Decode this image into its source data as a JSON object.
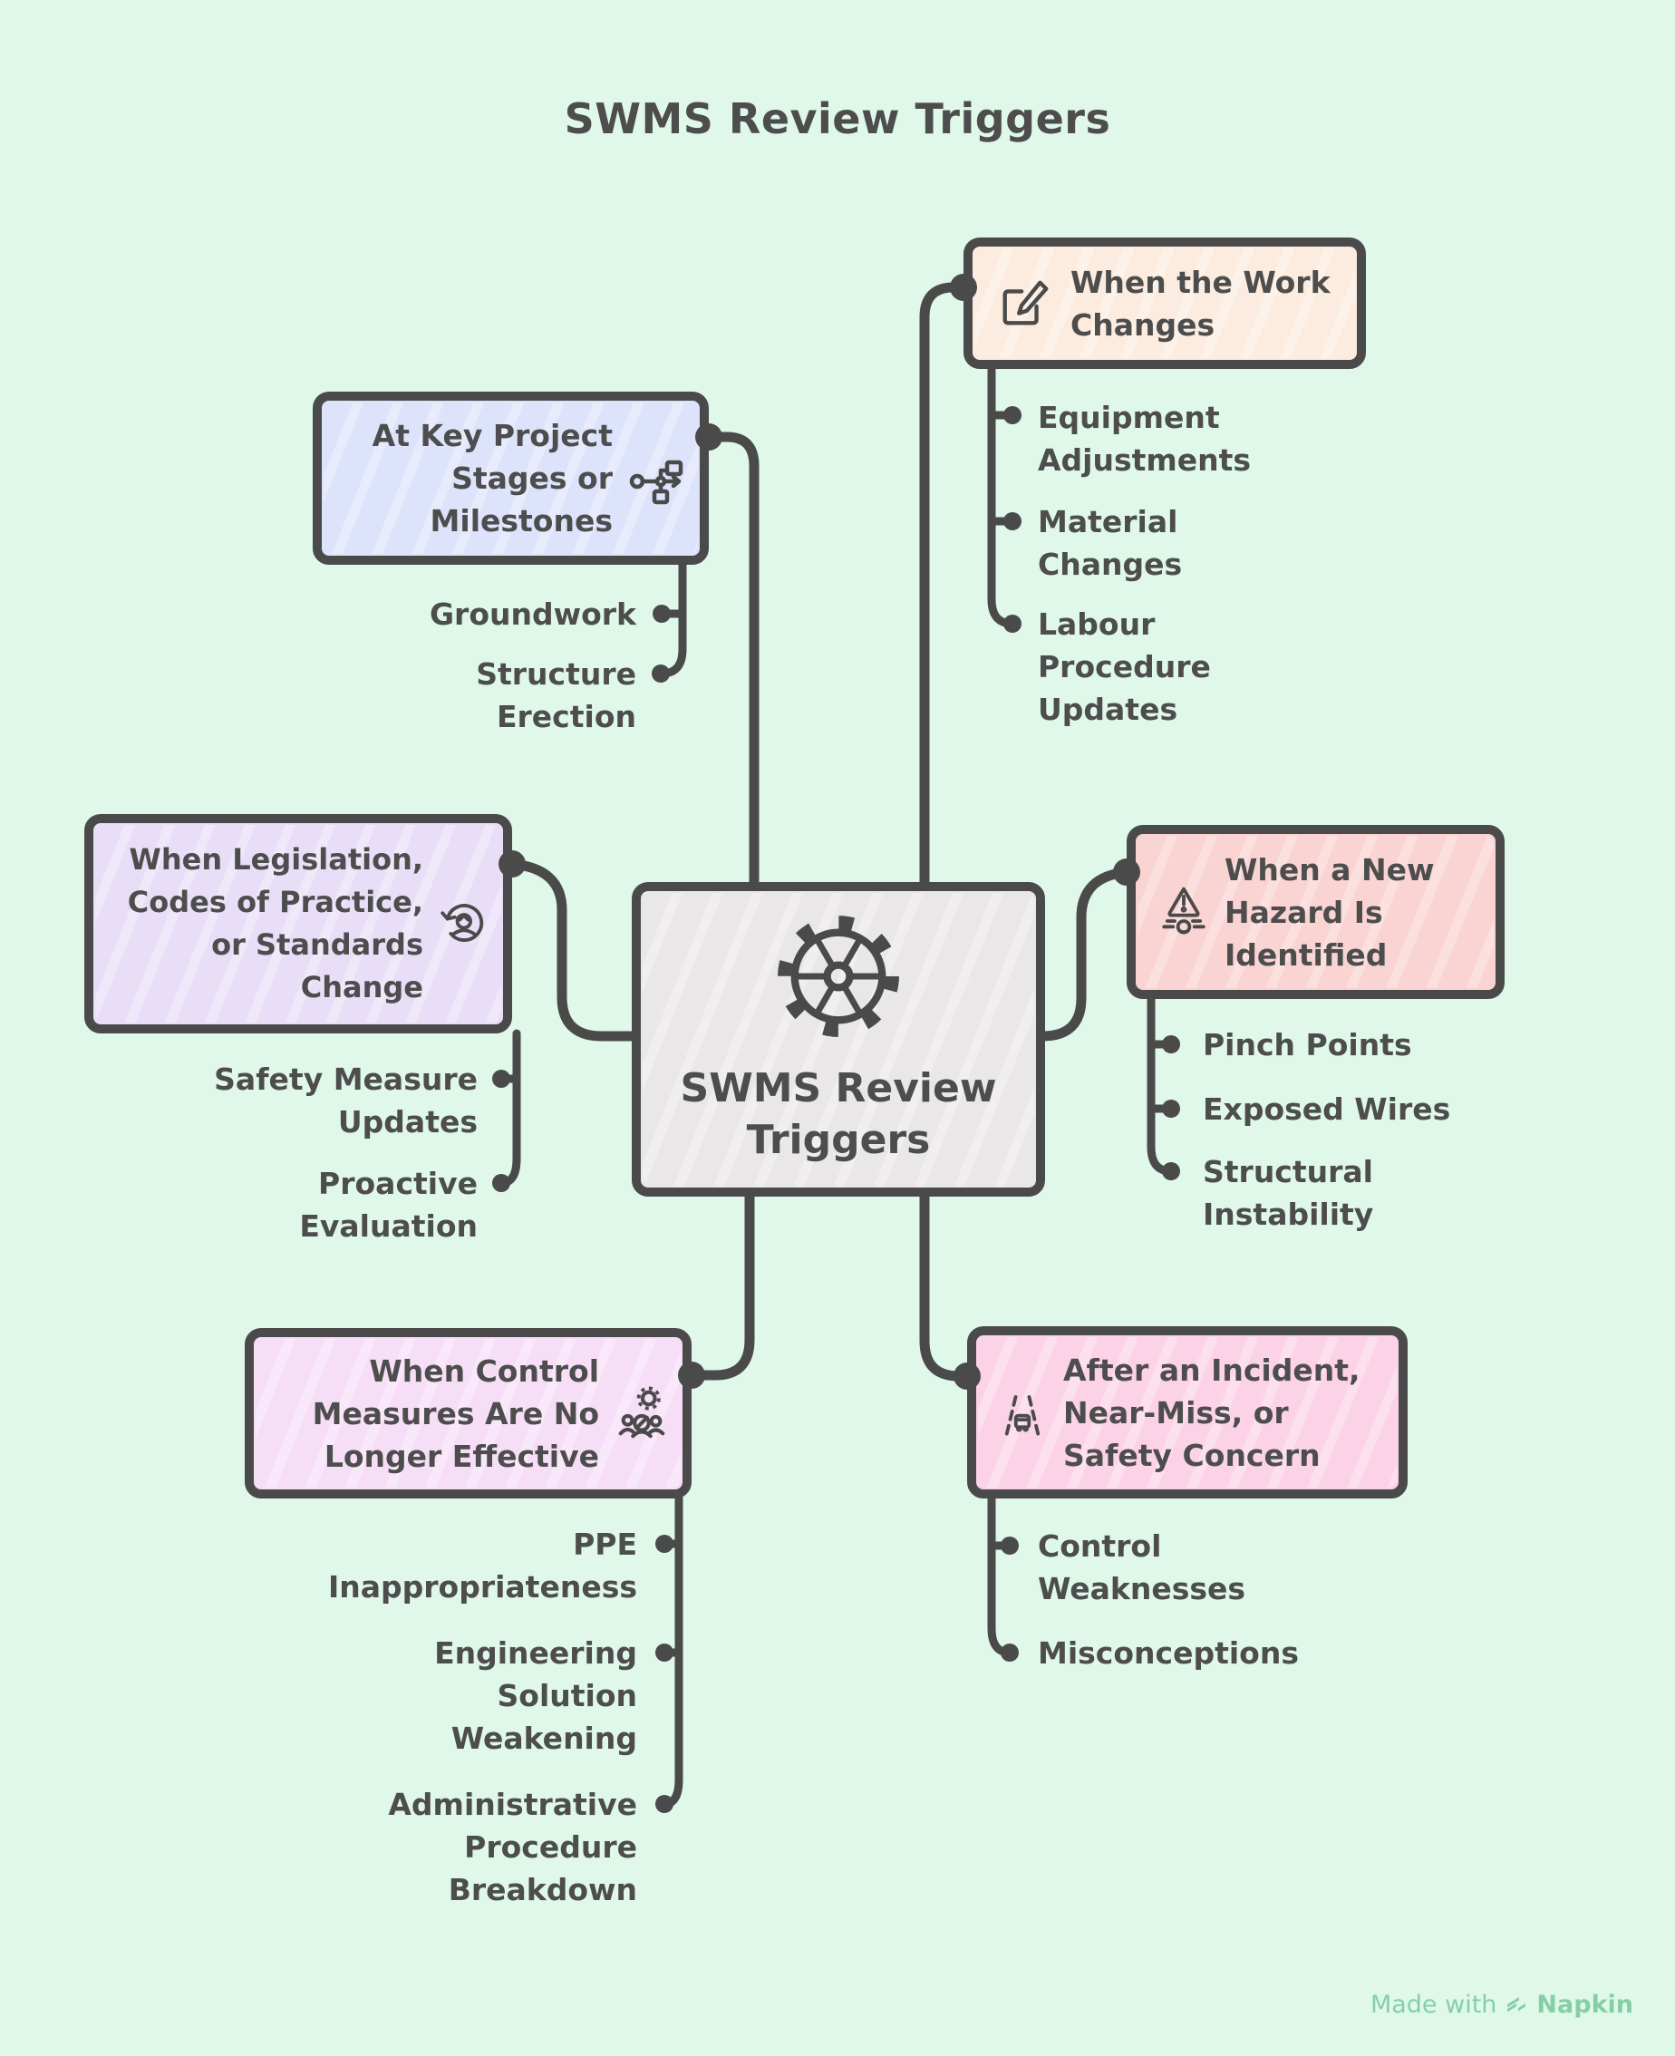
{
  "title": {
    "text": "SWMS Review Triggers"
  },
  "colors": {
    "background": "#dff8ea",
    "line": "#4a4a4a",
    "text": "#4d4d4d",
    "center_fill": "#e9e7e8",
    "work_changes_fill": "#fcecdf",
    "key_project_fill": "#dde3fa",
    "legislation_fill": "#e8def7",
    "hazard_fill": "#fad3d3",
    "control_fill": "#f7def7",
    "incident_fill": "#fcd2e6",
    "watermark_green": "#86cfa6"
  },
  "center": {
    "icon": "gear-icon",
    "lines": [
      "SWMS Review",
      "Triggers"
    ]
  },
  "branches": {
    "work_changes": {
      "icon": "edit-icon",
      "lines": [
        "When the Work",
        "Changes"
      ],
      "children": {
        "equipment": [
          "Equipment",
          "Adjustments"
        ],
        "material": [
          "Material",
          "Changes"
        ],
        "labour": [
          "Labour",
          "Procedure",
          "Updates"
        ]
      }
    },
    "key_project": {
      "icon": "workflow-icon",
      "lines": [
        "At Key Project",
        "Stages or",
        "Milestones"
      ],
      "children": {
        "groundwork": [
          "Groundwork"
        ],
        "structure": [
          "Structure",
          "Erection"
        ]
      }
    },
    "legislation": {
      "icon": "standards-cycle-icon",
      "lines": [
        "When Legislation,",
        "Codes of Practice,",
        "or Standards",
        "Change"
      ],
      "children": {
        "safety": [
          "Safety Measure",
          "Updates"
        ],
        "proactive": [
          "Proactive",
          "Evaluation"
        ]
      }
    },
    "hazard": {
      "icon": "hazard-warning-icon",
      "lines": [
        "When a New",
        "Hazard Is",
        "Identified"
      ],
      "children": {
        "pinch": [
          "Pinch Points"
        ],
        "wires": [
          "Exposed Wires"
        ],
        "structural": [
          "Structural",
          "Instability"
        ]
      }
    },
    "control": {
      "icon": "gear-people-icon",
      "lines": [
        "When Control",
        "Measures Are No",
        "Longer Effective"
      ],
      "children": {
        "ppe": [
          "PPE",
          "Inappropriateness"
        ],
        "engineering": [
          "Engineering",
          "Solution",
          "Weakening"
        ],
        "administrative": [
          "Administrative",
          "Procedure",
          "Breakdown"
        ]
      }
    },
    "incident": {
      "icon": "road-incident-icon",
      "lines": [
        "After an Incident,",
        "Near-Miss, or",
        "Safety Concern"
      ],
      "children": {
        "weaknesses": [
          "Control",
          "Weaknesses"
        ],
        "misconceptions": [
          "Misconceptions"
        ]
      }
    }
  },
  "watermark": {
    "made_with": "Made with",
    "brand": "Napkin"
  }
}
